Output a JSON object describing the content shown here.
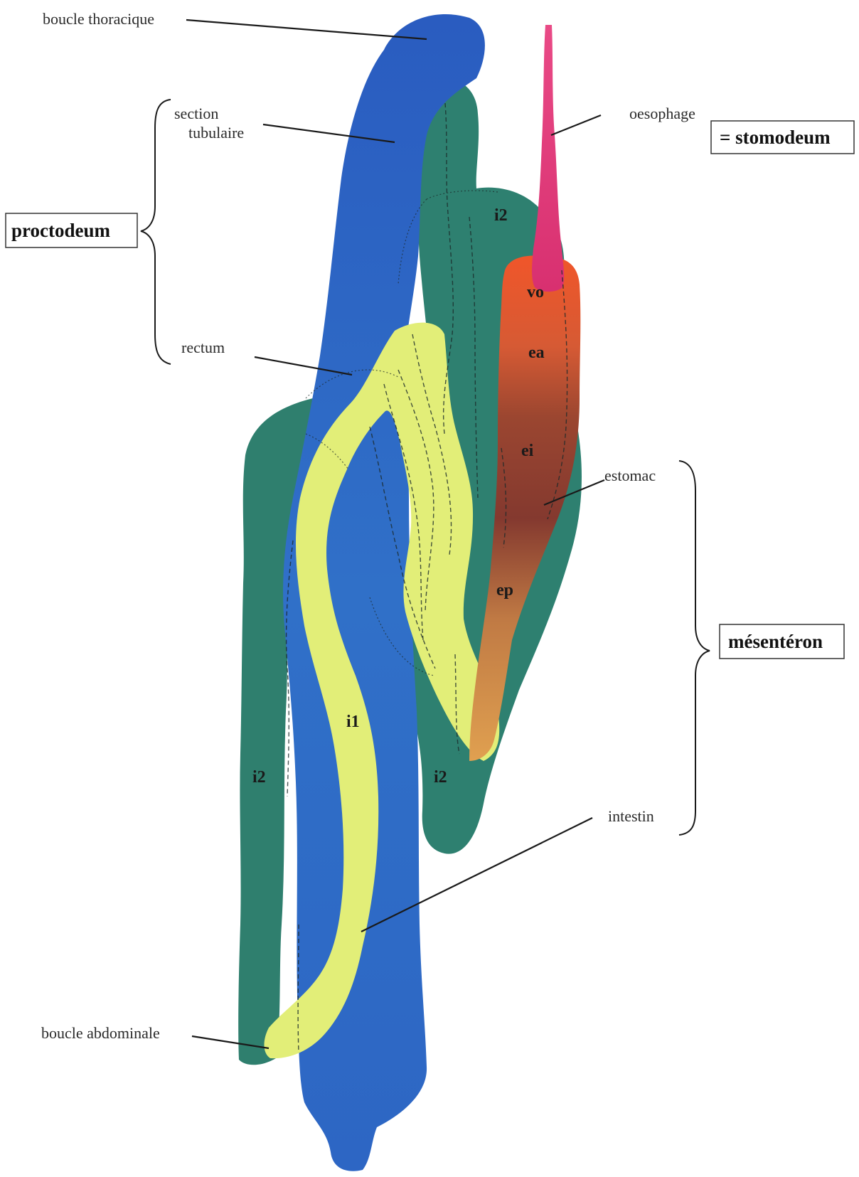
{
  "labels": {
    "boucle_thoracique": "boucle thoracique",
    "section_tubulaire_1": "section",
    "section_tubulaire_2": "tubulaire",
    "oesophage": "oesophage",
    "stomodeum": "= stomodeum",
    "proctodeum": "proctodeum",
    "rectum": "rectum",
    "estomac": "estomac",
    "mesenteron": "mésentéron",
    "intestin": "intestin",
    "boucle_abdominale": "boucle abdominale"
  },
  "organ_labels": {
    "i2_top": "i2",
    "i2_left": "i2",
    "i2_right": "i2",
    "i1": "i1",
    "vo": "vo",
    "ea": "ea",
    "ei": "ei",
    "ep": "ep"
  },
  "colors": {
    "proctodeum_blue": "#2f67c4",
    "intestin_green": "#2e8070",
    "i1_yellow": "#e4ef7a",
    "oesophage_pink": "#e23a78",
    "estomac_red": "#ee5a2c",
    "estomac_brown": "#8a3a2c",
    "estomac_tan": "#d98a48"
  }
}
